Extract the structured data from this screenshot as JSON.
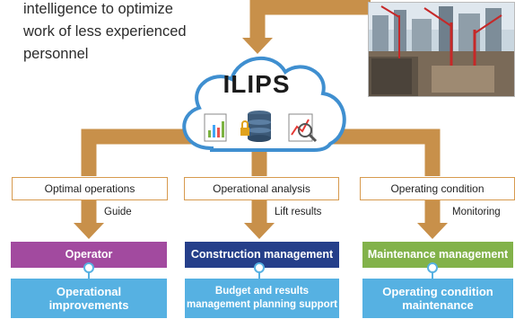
{
  "intro_lines": [
    "intelligence to optimize",
    "work of less experienced",
    "personnel"
  ],
  "system_name": "ILIPS",
  "colors": {
    "arrow": "#c8904a",
    "box_border": "#d79a4e",
    "operator": "#a24a9f",
    "construction": "#253f8a",
    "maintenance": "#82b24a",
    "result": "#56b1e2"
  },
  "columns": [
    {
      "category": "Optimal operations",
      "arrow_label": "Guide",
      "role": "Operator",
      "role_color": "#a24a9f",
      "result_lines": [
        "Operational",
        "improvements"
      ]
    },
    {
      "category": "Operational analysis",
      "arrow_label": "Lift results",
      "role": "Construction management",
      "role_color": "#253f8a",
      "result_lines": [
        "Budget and results",
        "management planning support"
      ]
    },
    {
      "category": "Operating condition",
      "arrow_label": "Monitoring",
      "role": "Maintenance management",
      "role_color": "#82b24a",
      "result_lines": [
        "Operating condition",
        "maintenance"
      ]
    }
  ]
}
